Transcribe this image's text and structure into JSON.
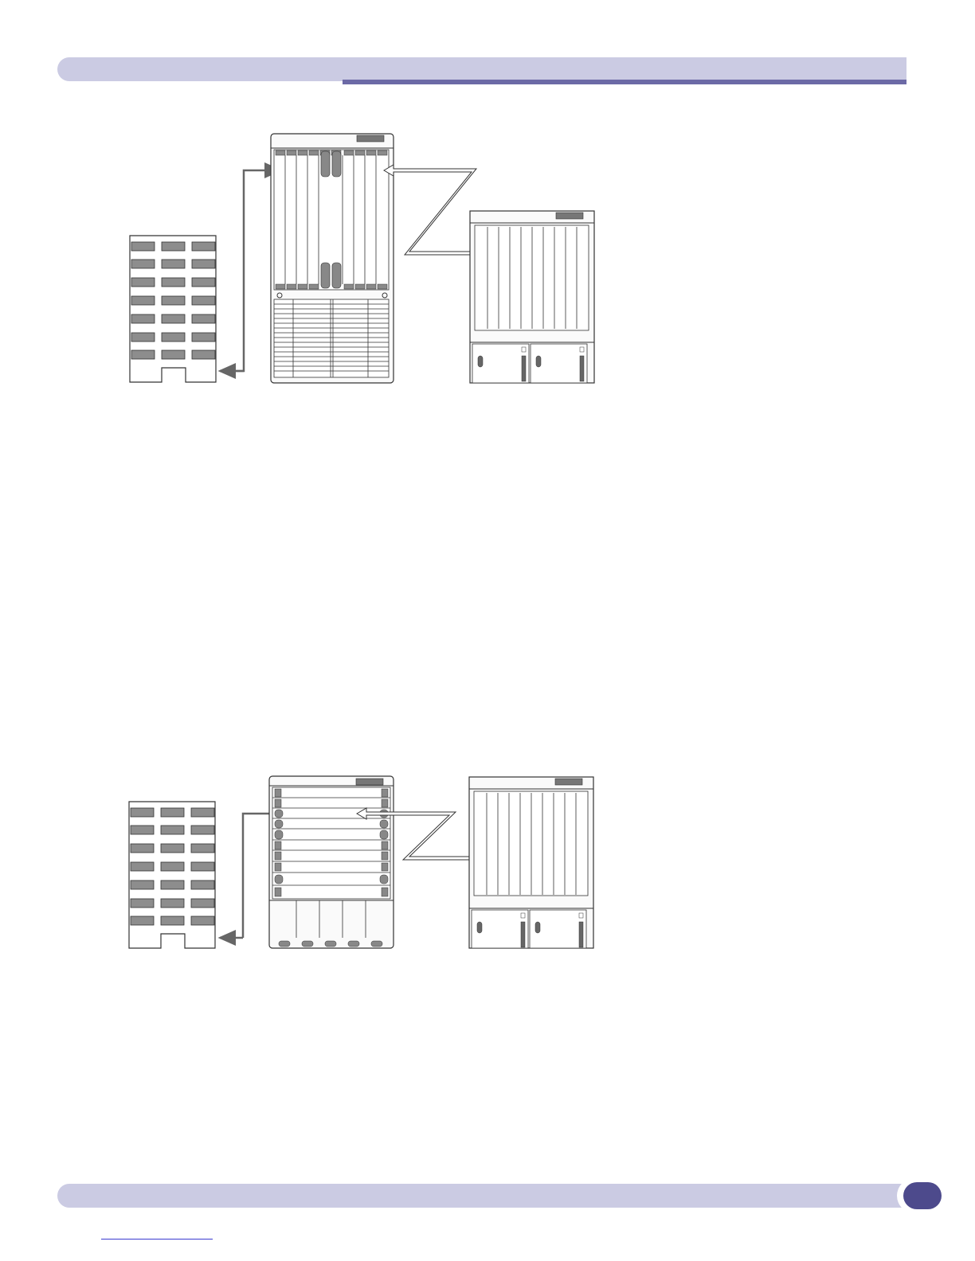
{
  "page": {
    "header_color": "#cbcbe3",
    "header_accent": "#6c6aa6",
    "badge_color": "#4d4a8c",
    "page_number": ""
  },
  "figures": [
    {
      "building": "building-icon",
      "switch": "vertical-slot-chassis",
      "remote": "remote-chassis"
    },
    {
      "building": "building-icon",
      "switch": "horizontal-slot-chassis",
      "remote": "remote-chassis"
    }
  ]
}
